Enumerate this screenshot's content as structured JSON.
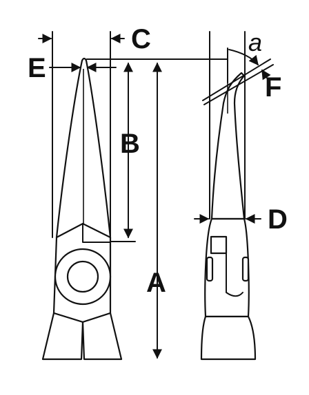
{
  "diagram": {
    "labels": {
      "a": "A",
      "b": "B",
      "c": "C",
      "d": "D",
      "e": "E",
      "f": "F",
      "angle": "a"
    }
  }
}
